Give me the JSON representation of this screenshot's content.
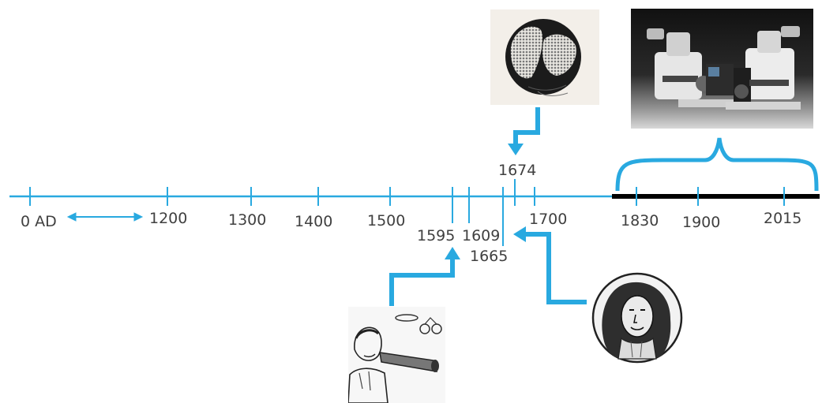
{
  "timeline": {
    "line_color": "#29a9e0",
    "modern_segment_color": "#000000",
    "ticks": [
      {
        "label": "0 AD"
      },
      {
        "label": "1200"
      },
      {
        "label": "1300"
      },
      {
        "label": "1400"
      },
      {
        "label": "1500"
      },
      {
        "label": "1595"
      },
      {
        "label": "1609"
      },
      {
        "label": "1665"
      },
      {
        "label": "1674"
      },
      {
        "label": "1700"
      },
      {
        "label": "1830"
      },
      {
        "label": "1900"
      },
      {
        "label": "2015"
      }
    ]
  },
  "images": [
    {
      "name": "hooke-cork-drawing-image",
      "subject": "engraving of cork cells (circular plate)"
    },
    {
      "name": "modern-microscopes-image",
      "subject": "two modern research microscopes"
    },
    {
      "name": "janssen-portrait-image",
      "subject": "sketch of man with telescope and lenses"
    },
    {
      "name": "leeuwenhoek-portrait-image",
      "subject": "portrait of man with curly wig"
    }
  ]
}
